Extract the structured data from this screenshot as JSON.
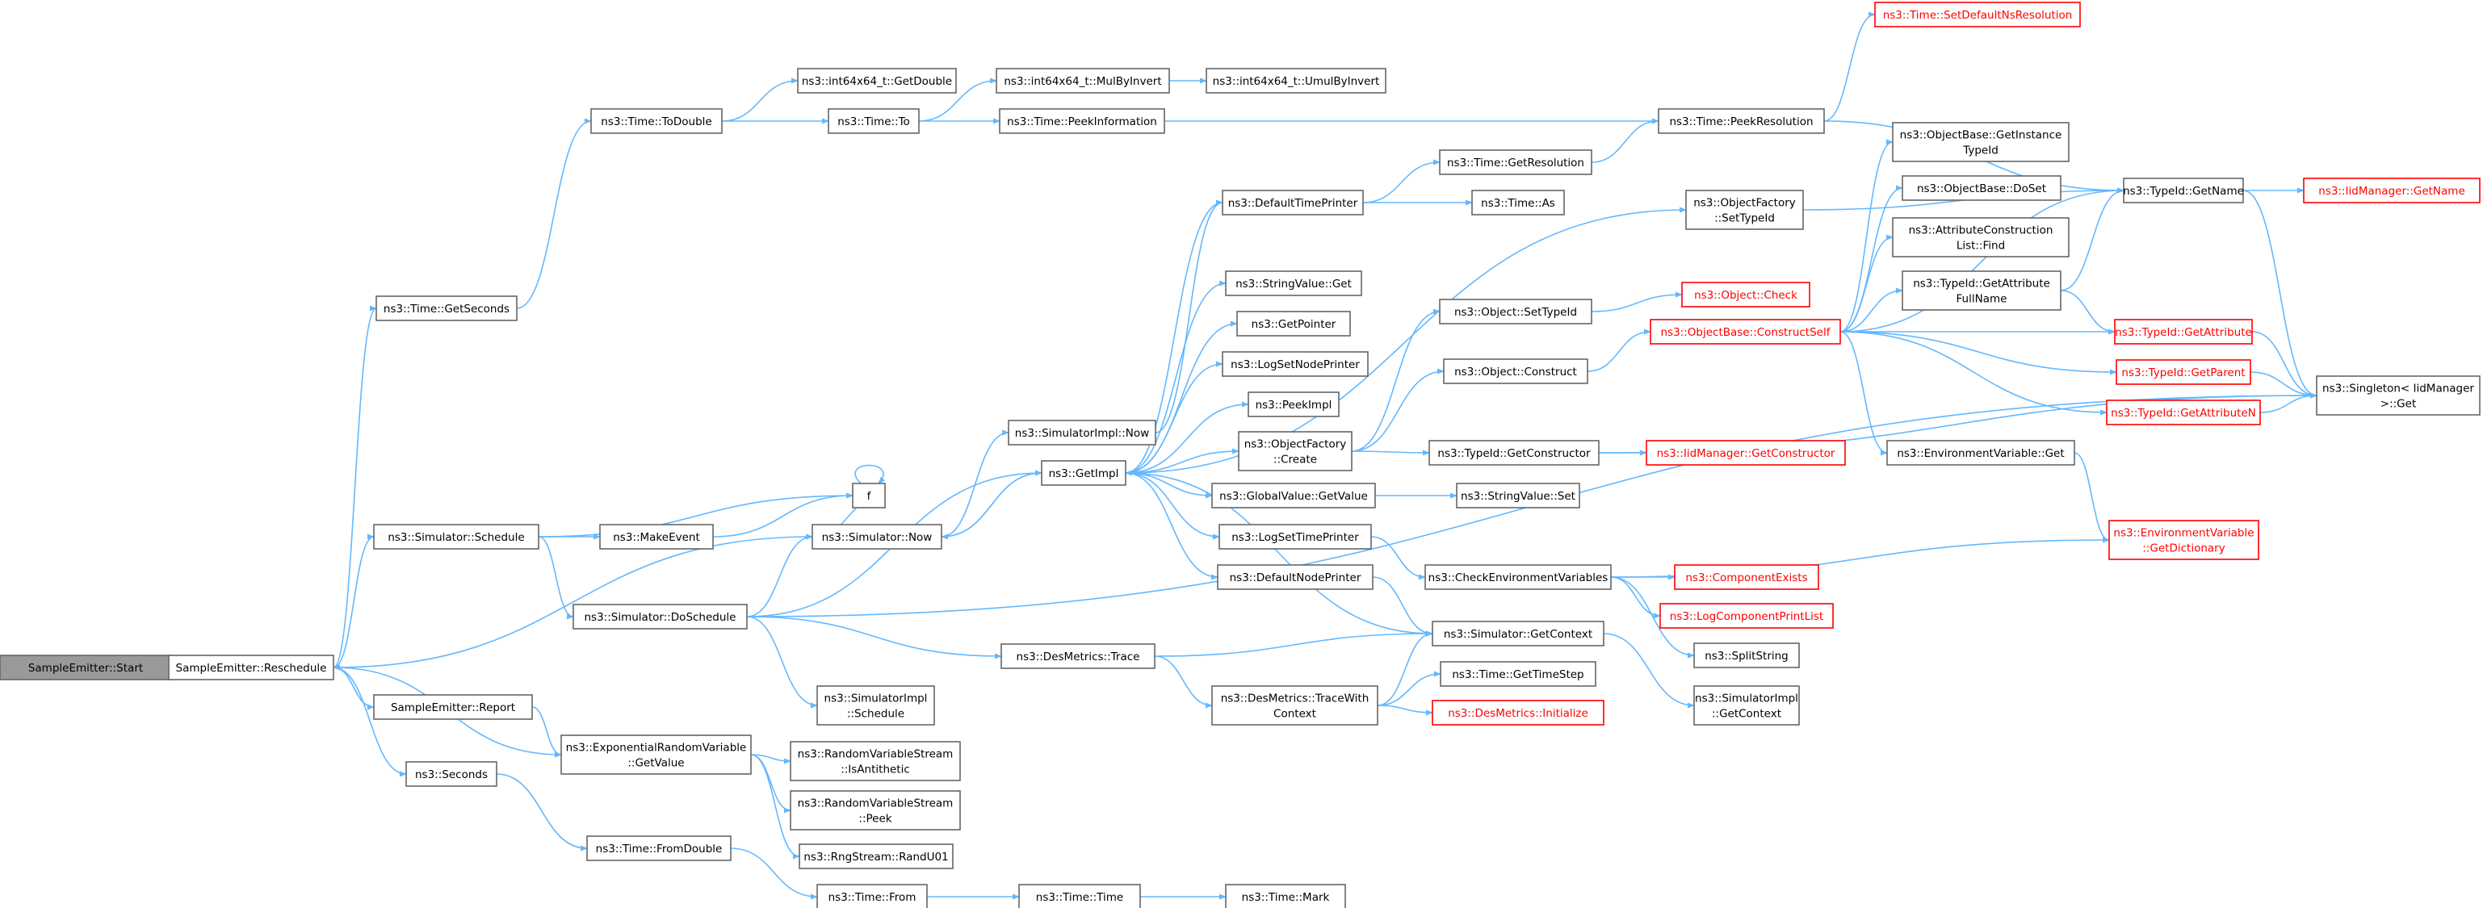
{
  "nodes": [
    {
      "id": "n1",
      "lines": [
        "SampleEmitter::Start"
      ],
      "root": true
    },
    {
      "id": "n2",
      "lines": [
        "SampleEmitter::Reschedule"
      ]
    },
    {
      "id": "n3",
      "lines": [
        "SampleEmitter::Report"
      ]
    },
    {
      "id": "n4",
      "lines": [
        "ns3::Seconds"
      ]
    },
    {
      "id": "n5",
      "lines": [
        "ns3::Time::GetSeconds"
      ]
    },
    {
      "id": "n6",
      "lines": [
        "ns3::Simulator::Schedule"
      ]
    },
    {
      "id": "n7",
      "lines": [
        "ns3::ExponentialRandomVariable",
        "::GetValue"
      ]
    },
    {
      "id": "n8",
      "lines": [
        "ns3::Time::FromDouble"
      ]
    },
    {
      "id": "n9",
      "lines": [
        "ns3::Time::ToDouble"
      ]
    },
    {
      "id": "n10",
      "lines": [
        "ns3::int64x64_t::GetDouble"
      ]
    },
    {
      "id": "n11",
      "lines": [
        "ns3::Time::To"
      ]
    },
    {
      "id": "n12",
      "lines": [
        "ns3::int64x64_t::MulByInvert"
      ]
    },
    {
      "id": "n13",
      "lines": [
        "ns3::int64x64_t::UmulByInvert"
      ]
    },
    {
      "id": "n14",
      "lines": [
        "ns3::Time::PeekInformation"
      ]
    },
    {
      "id": "n15",
      "lines": [
        "ns3::Time::PeekResolution"
      ]
    },
    {
      "id": "n16",
      "lines": [
        "ns3::Time::SetDefaultNsResolution"
      ],
      "red": true
    },
    {
      "id": "n17",
      "lines": [
        "f"
      ]
    },
    {
      "id": "n18",
      "lines": [
        "ns3::MakeEvent"
      ]
    },
    {
      "id": "n19",
      "lines": [
        "ns3::Simulator::Now"
      ]
    },
    {
      "id": "n20",
      "lines": [
        "ns3::Simulator::DoSchedule"
      ]
    },
    {
      "id": "n21",
      "lines": [
        "ns3::SimulatorImpl::Now"
      ]
    },
    {
      "id": "n22",
      "lines": [
        "ns3::GetImpl"
      ]
    },
    {
      "id": "n23",
      "lines": [
        "ns3::SimulatorImpl",
        "::Schedule"
      ]
    },
    {
      "id": "n24",
      "lines": [
        "ns3::DesMetrics::Trace"
      ]
    },
    {
      "id": "n25",
      "lines": [
        "ns3::RandomVariableStream",
        "::IsAntithetic"
      ]
    },
    {
      "id": "n26",
      "lines": [
        "ns3::RandomVariableStream",
        "::Peek"
      ]
    },
    {
      "id": "n27",
      "lines": [
        "ns3::RngStream::RandU01"
      ]
    },
    {
      "id": "n28",
      "lines": [
        "ns3::Time::From"
      ]
    },
    {
      "id": "n29",
      "lines": [
        "ns3::Time::Time"
      ]
    },
    {
      "id": "n30",
      "lines": [
        "ns3::Time::Mark"
      ]
    },
    {
      "id": "n31",
      "lines": [
        "ns3::DefaultTimePrinter"
      ]
    },
    {
      "id": "n32",
      "lines": [
        "ns3::Time::GetResolution"
      ]
    },
    {
      "id": "n33",
      "lines": [
        "ns3::Time::As"
      ]
    },
    {
      "id": "n34",
      "lines": [
        "ns3::StringValue::Get"
      ]
    },
    {
      "id": "n35",
      "lines": [
        "ns3::GetPointer"
      ]
    },
    {
      "id": "n36",
      "lines": [
        "ns3::LogSetNodePrinter"
      ]
    },
    {
      "id": "n37",
      "lines": [
        "ns3::PeekImpl"
      ]
    },
    {
      "id": "n38",
      "lines": [
        "ns3::ObjectFactory",
        "::Create"
      ]
    },
    {
      "id": "n39",
      "lines": [
        "ns3::GlobalValue::GetValue"
      ]
    },
    {
      "id": "n40",
      "lines": [
        "ns3::LogSetTimePrinter"
      ]
    },
    {
      "id": "n41",
      "lines": [
        "ns3::DefaultNodePrinter"
      ]
    },
    {
      "id": "n42",
      "lines": [
        "ns3::DesMetrics::TraceWith",
        "Context"
      ]
    },
    {
      "id": "n43",
      "lines": [
        "ns3::ObjectFactory",
        "::SetTypeId"
      ]
    },
    {
      "id": "n44",
      "lines": [
        "ns3::Object::SetTypeId"
      ]
    },
    {
      "id": "n45",
      "lines": [
        "ns3::Object::Construct"
      ]
    },
    {
      "id": "n46",
      "lines": [
        "ns3::TypeId::GetConstructor"
      ]
    },
    {
      "id": "n47",
      "lines": [
        "ns3::StringValue::Set"
      ]
    },
    {
      "id": "n48",
      "lines": [
        "ns3::CheckEnvironmentVariables"
      ]
    },
    {
      "id": "n49",
      "lines": [
        "ns3::Simulator::GetContext"
      ]
    },
    {
      "id": "n50",
      "lines": [
        "ns3::Time::GetTimeStep"
      ]
    },
    {
      "id": "n51",
      "lines": [
        "ns3::DesMetrics::Initialize"
      ],
      "red": true
    },
    {
      "id": "n52",
      "lines": [
        "ns3::Object::Check"
      ],
      "red": true
    },
    {
      "id": "n53",
      "lines": [
        "ns3::ObjectBase::ConstructSelf"
      ],
      "red": true
    },
    {
      "id": "n54",
      "lines": [
        "ns3::IidManager::GetConstructor"
      ],
      "red": true
    },
    {
      "id": "n55",
      "lines": [
        "ns3::ComponentExists"
      ],
      "red": true
    },
    {
      "id": "n56",
      "lines": [
        "ns3::LogComponentPrintList"
      ],
      "red": true
    },
    {
      "id": "n57",
      "lines": [
        "ns3::SplitString"
      ]
    },
    {
      "id": "n58",
      "lines": [
        "ns3::SimulatorImpl",
        "::GetContext"
      ]
    },
    {
      "id": "n59",
      "lines": [
        "ns3::ObjectBase::GetInstance",
        "TypeId"
      ]
    },
    {
      "id": "n60",
      "lines": [
        "ns3::ObjectBase::DoSet"
      ]
    },
    {
      "id": "n61",
      "lines": [
        "ns3::AttributeConstruction",
        "List::Find"
      ]
    },
    {
      "id": "n62",
      "lines": [
        "ns3::TypeId::GetAttribute",
        "FullName"
      ]
    },
    {
      "id": "n63",
      "lines": [
        "ns3::EnvironmentVariable::Get"
      ]
    },
    {
      "id": "n64",
      "lines": [
        "ns3::TypeId::GetName"
      ]
    },
    {
      "id": "n65",
      "lines": [
        "ns3::TypeId::GetAttribute"
      ],
      "red": true
    },
    {
      "id": "n66",
      "lines": [
        "ns3::TypeId::GetParent"
      ],
      "red": true
    },
    {
      "id": "n67",
      "lines": [
        "ns3::TypeId::GetAttributeN"
      ],
      "red": true
    },
    {
      "id": "n68",
      "lines": [
        "ns3::EnvironmentVariable",
        "::GetDictionary"
      ],
      "red": true
    },
    {
      "id": "n69",
      "lines": [
        "ns3::IidManager::GetName"
      ],
      "red": true
    },
    {
      "id": "n70",
      "lines": [
        "ns3::Singleton< IidManager",
        ">::Get"
      ]
    }
  ],
  "edges": [
    [
      "n1",
      "n2"
    ],
    [
      "n2",
      "n5"
    ],
    [
      "n2",
      "n6"
    ],
    [
      "n2",
      "n19"
    ],
    [
      "n2",
      "n7"
    ],
    [
      "n2",
      "n4"
    ],
    [
      "n2",
      "n3"
    ],
    [
      "n3",
      "n2"
    ],
    [
      "n3",
      "n7"
    ],
    [
      "n4",
      "n8"
    ],
    [
      "n5",
      "n9"
    ],
    [
      "n6",
      "n17"
    ],
    [
      "n6",
      "n18"
    ],
    [
      "n6",
      "n20"
    ],
    [
      "n7",
      "n25"
    ],
    [
      "n7",
      "n26"
    ],
    [
      "n7",
      "n27"
    ],
    [
      "n8",
      "n28"
    ],
    [
      "n9",
      "n10"
    ],
    [
      "n9",
      "n11"
    ],
    [
      "n11",
      "n12"
    ],
    [
      "n11",
      "n14"
    ],
    [
      "n12",
      "n13"
    ],
    [
      "n14",
      "n15"
    ],
    [
      "n15",
      "n16"
    ],
    [
      "n15",
      "n64"
    ],
    [
      "n17",
      "n17"
    ],
    [
      "n18",
      "n17"
    ],
    [
      "n19",
      "n21"
    ],
    [
      "n19",
      "n22"
    ],
    [
      "n19",
      "n17"
    ],
    [
      "n20",
      "n19"
    ],
    [
      "n20",
      "n22"
    ],
    [
      "n20",
      "n23"
    ],
    [
      "n20",
      "n24"
    ],
    [
      "n20",
      "n70"
    ],
    [
      "n21",
      "n31"
    ],
    [
      "n22",
      "n31"
    ],
    [
      "n22",
      "n34"
    ],
    [
      "n22",
      "n35"
    ],
    [
      "n22",
      "n36"
    ],
    [
      "n22",
      "n37"
    ],
    [
      "n22",
      "n38"
    ],
    [
      "n22",
      "n39"
    ],
    [
      "n22",
      "n40"
    ],
    [
      "n22",
      "n41"
    ],
    [
      "n22",
      "n43"
    ],
    [
      "n22",
      "n19"
    ],
    [
      "n24",
      "n42"
    ],
    [
      "n24",
      "n49"
    ],
    [
      "n28",
      "n29"
    ],
    [
      "n29",
      "n30"
    ],
    [
      "n31",
      "n32"
    ],
    [
      "n31",
      "n33"
    ],
    [
      "n32",
      "n15"
    ],
    [
      "n38",
      "n44"
    ],
    [
      "n38",
      "n45"
    ],
    [
      "n38",
      "n46"
    ],
    [
      "n39",
      "n47"
    ],
    [
      "n40",
      "n48"
    ],
    [
      "n41",
      "n49"
    ],
    [
      "n42",
      "n49"
    ],
    [
      "n42",
      "n50"
    ],
    [
      "n42",
      "n51"
    ],
    [
      "n43",
      "n64"
    ],
    [
      "n44",
      "n52"
    ],
    [
      "n45",
      "n53"
    ],
    [
      "n46",
      "n54"
    ],
    [
      "n46",
      "n70"
    ],
    [
      "n48",
      "n55"
    ],
    [
      "n48",
      "n56"
    ],
    [
      "n48",
      "n57"
    ],
    [
      "n48",
      "n68"
    ],
    [
      "n49",
      "n58"
    ],
    [
      "n49",
      "n22"
    ],
    [
      "n53",
      "n59"
    ],
    [
      "n53",
      "n60"
    ],
    [
      "n53",
      "n61"
    ],
    [
      "n53",
      "n62"
    ],
    [
      "n53",
      "n63"
    ],
    [
      "n53",
      "n64"
    ],
    [
      "n53",
      "n65"
    ],
    [
      "n53",
      "n66"
    ],
    [
      "n53",
      "n67"
    ],
    [
      "n62",
      "n64"
    ],
    [
      "n62",
      "n65"
    ],
    [
      "n63",
      "n68"
    ],
    [
      "n64",
      "n69"
    ],
    [
      "n64",
      "n70"
    ],
    [
      "n65",
      "n70"
    ],
    [
      "n66",
      "n70"
    ],
    [
      "n67",
      "n70"
    ]
  ]
}
